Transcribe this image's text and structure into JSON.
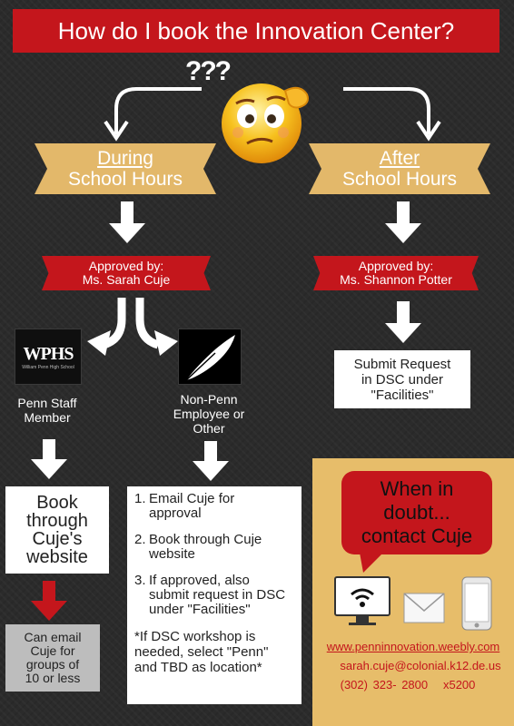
{
  "title": "How do I book the Innovation Center?",
  "question_marks": "???",
  "during": {
    "line1": "During",
    "line2": "School Hours"
  },
  "after": {
    "line1": "After",
    "line2": "School Hours"
  },
  "approved_left": {
    "line1": "Approved by:",
    "line2": "Ms. Sarah Cuje"
  },
  "approved_right": {
    "line1": "Approved by:",
    "line2": "Ms. Shannon Potter"
  },
  "wphs_logo": {
    "main": "WPHS",
    "sub": "William Penn High School"
  },
  "penn_staff_label": {
    "line1": "Penn Staff",
    "line2": "Member"
  },
  "non_penn_label": {
    "line1": "Non-Penn",
    "line2": "Employee or",
    "line3": "Other"
  },
  "submit_request": {
    "line1": "Submit Request",
    "line2": "in DSC under",
    "line3": "\"Facilities\""
  },
  "book_website": {
    "line1": "Book",
    "line2": "through",
    "line3": "Cuje's",
    "line4": "website"
  },
  "email_groups": {
    "line1": "Can email",
    "line2": "Cuje for",
    "line3": "groups of",
    "line4": "10 or less"
  },
  "steps": [
    {
      "num": "1.",
      "first": "Email Cuje for",
      "rest": "approval"
    },
    {
      "num": "2.",
      "first": "Book through Cuje",
      "rest": "website"
    },
    {
      "num": "3.",
      "first": "If approved, also",
      "rest": "submit request in DSC under \"Facilities\""
    }
  ],
  "dsc_note": "*If DSC workshop is needed, select \"Penn\" and TBD as location*",
  "contact": {
    "bubble_line1": "When in",
    "bubble_line2": "doubt...",
    "bubble_line3": "contact Cuje",
    "website": "www.penninnovation.weebly.com",
    "email": "sarah.cuje@colonial.k12.de.us",
    "phone": "(302) 323- 2800",
    "ext": "x5200"
  },
  "colors": {
    "red": "#c4161c",
    "gold": "#e3b86a",
    "background": "#2b2b2b"
  },
  "icons": [
    "thinking-emoji-icon",
    "curved-arrow-left-icon",
    "curved-arrow-right-icon",
    "split-arrow-icon",
    "feather-quill-icon",
    "monitor-wifi-icon",
    "envelope-icon",
    "smartphone-icon"
  ]
}
